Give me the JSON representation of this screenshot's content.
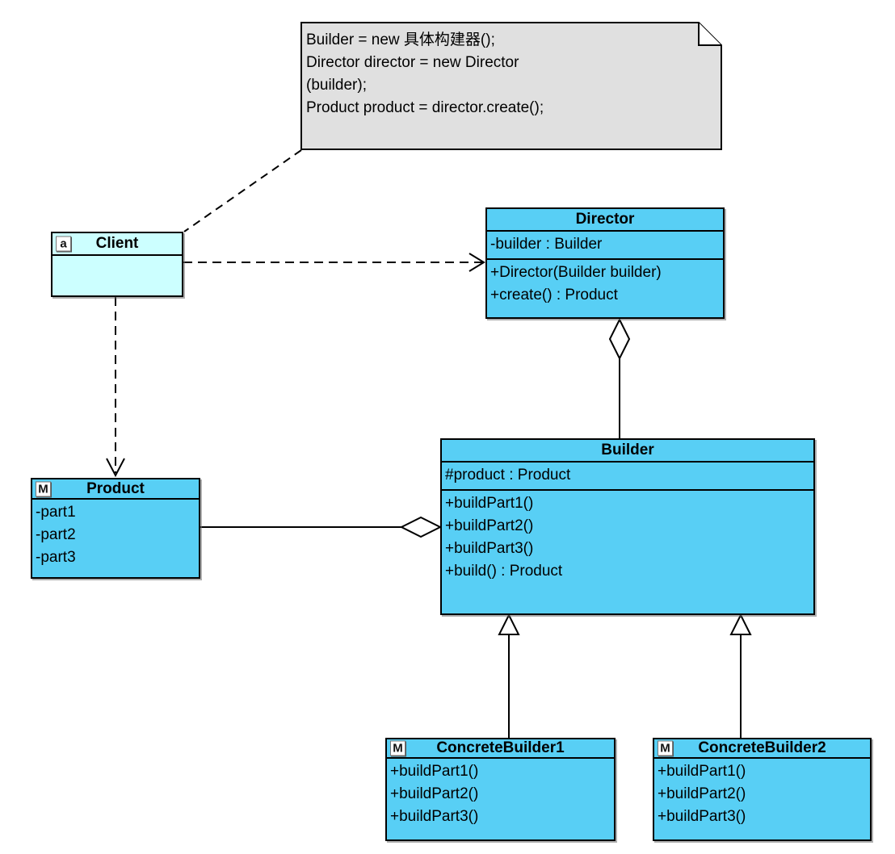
{
  "diagram": {
    "kind": "uml-class-diagram",
    "pattern": "Builder"
  },
  "note": {
    "lines": [
      "Builder = new 具体构建器();",
      "Director director = new Director",
      "(builder);",
      "Product product = director.create();"
    ]
  },
  "classes": {
    "client": {
      "badge": "a",
      "title": "Client",
      "attributes": [],
      "methods": []
    },
    "director": {
      "title": "Director",
      "attributes": [
        "-builder : Builder"
      ],
      "methods": [
        "+Director(Builder builder)",
        "+create() : Product"
      ]
    },
    "builder": {
      "title": "Builder",
      "attributes": [
        "#product : Product"
      ],
      "methods": [
        "+buildPart1()",
        "+buildPart2()",
        "+buildPart3()",
        "+build() : Product"
      ]
    },
    "product": {
      "badge": "M",
      "title": "Product",
      "attributes": [
        "-part1",
        "-part2",
        "-part3"
      ],
      "methods": []
    },
    "concreteBuilder1": {
      "badge": "M",
      "title": "ConcreteBuilder1",
      "attributes": [],
      "methods": [
        "+buildPart1()",
        "+buildPart2()",
        "+buildPart3()"
      ]
    },
    "concreteBuilder2": {
      "badge": "M",
      "title": "ConcreteBuilder2",
      "attributes": [],
      "methods": [
        "+buildPart1()",
        "+buildPart2()",
        "+buildPart3()"
      ]
    }
  },
  "relationships": [
    {
      "type": "note-anchor",
      "from": "note",
      "to": "Client",
      "line": "dashed"
    },
    {
      "type": "dependency",
      "from": "Client",
      "to": "Director",
      "line": "dashed",
      "arrow": "open"
    },
    {
      "type": "dependency",
      "from": "Client",
      "to": "Product",
      "line": "dashed",
      "arrow": "open"
    },
    {
      "type": "aggregation",
      "whole": "Director",
      "part": "Builder",
      "diamond": "hollow"
    },
    {
      "type": "aggregation",
      "whole": "Builder",
      "part": "Product",
      "diamond": "hollow"
    },
    {
      "type": "generalization",
      "from": "ConcreteBuilder1",
      "to": "Builder",
      "arrow": "hollow-triangle"
    },
    {
      "type": "generalization",
      "from": "ConcreteBuilder2",
      "to": "Builder",
      "arrow": "hollow-triangle"
    }
  ],
  "colors": {
    "class_fill": "#58CFF5",
    "client_fill": "#CCFFFF",
    "note_fill": "#E0E0E0",
    "border": "#000000",
    "background": "#FFFFFF"
  }
}
